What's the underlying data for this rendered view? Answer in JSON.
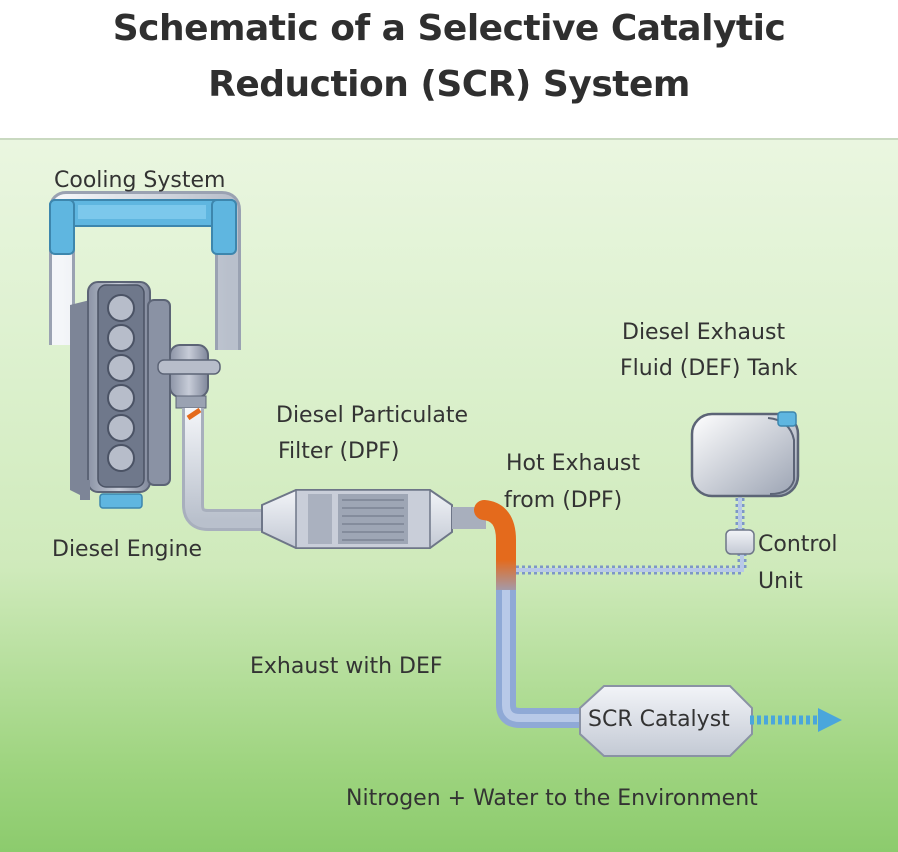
{
  "title": {
    "line1": "Schematic of a Selective Catalytic",
    "line2": "Reduction (SCR) System"
  },
  "labels": {
    "cooling_system": "Cooling System",
    "diesel_engine": "Diesel Engine",
    "dpf_line1": "Diesel Particulate",
    "dpf_line2": "Filter (DPF)",
    "def_tank_line1": "Diesel Exhaust",
    "def_tank_line2": "Fluid (DEF) Tank",
    "hot_exhaust_line1": "Hot Exhaust",
    "hot_exhaust_line2": "from (DPF)",
    "control_unit_line1": "Control",
    "control_unit_line2": "Unit",
    "exhaust_with_def": "Exhaust with DEF",
    "scr_catalyst": "SCR Catalyst",
    "output": "Nitrogen + Water to the Environment"
  },
  "colors": {
    "coolant": "#5fb6e0",
    "hot_exhaust": "#e46a1c",
    "def_line": "#8fa9d6",
    "exhaust_pipe": "#d9dde6",
    "outflow_arrow": "#4aa6dc"
  }
}
